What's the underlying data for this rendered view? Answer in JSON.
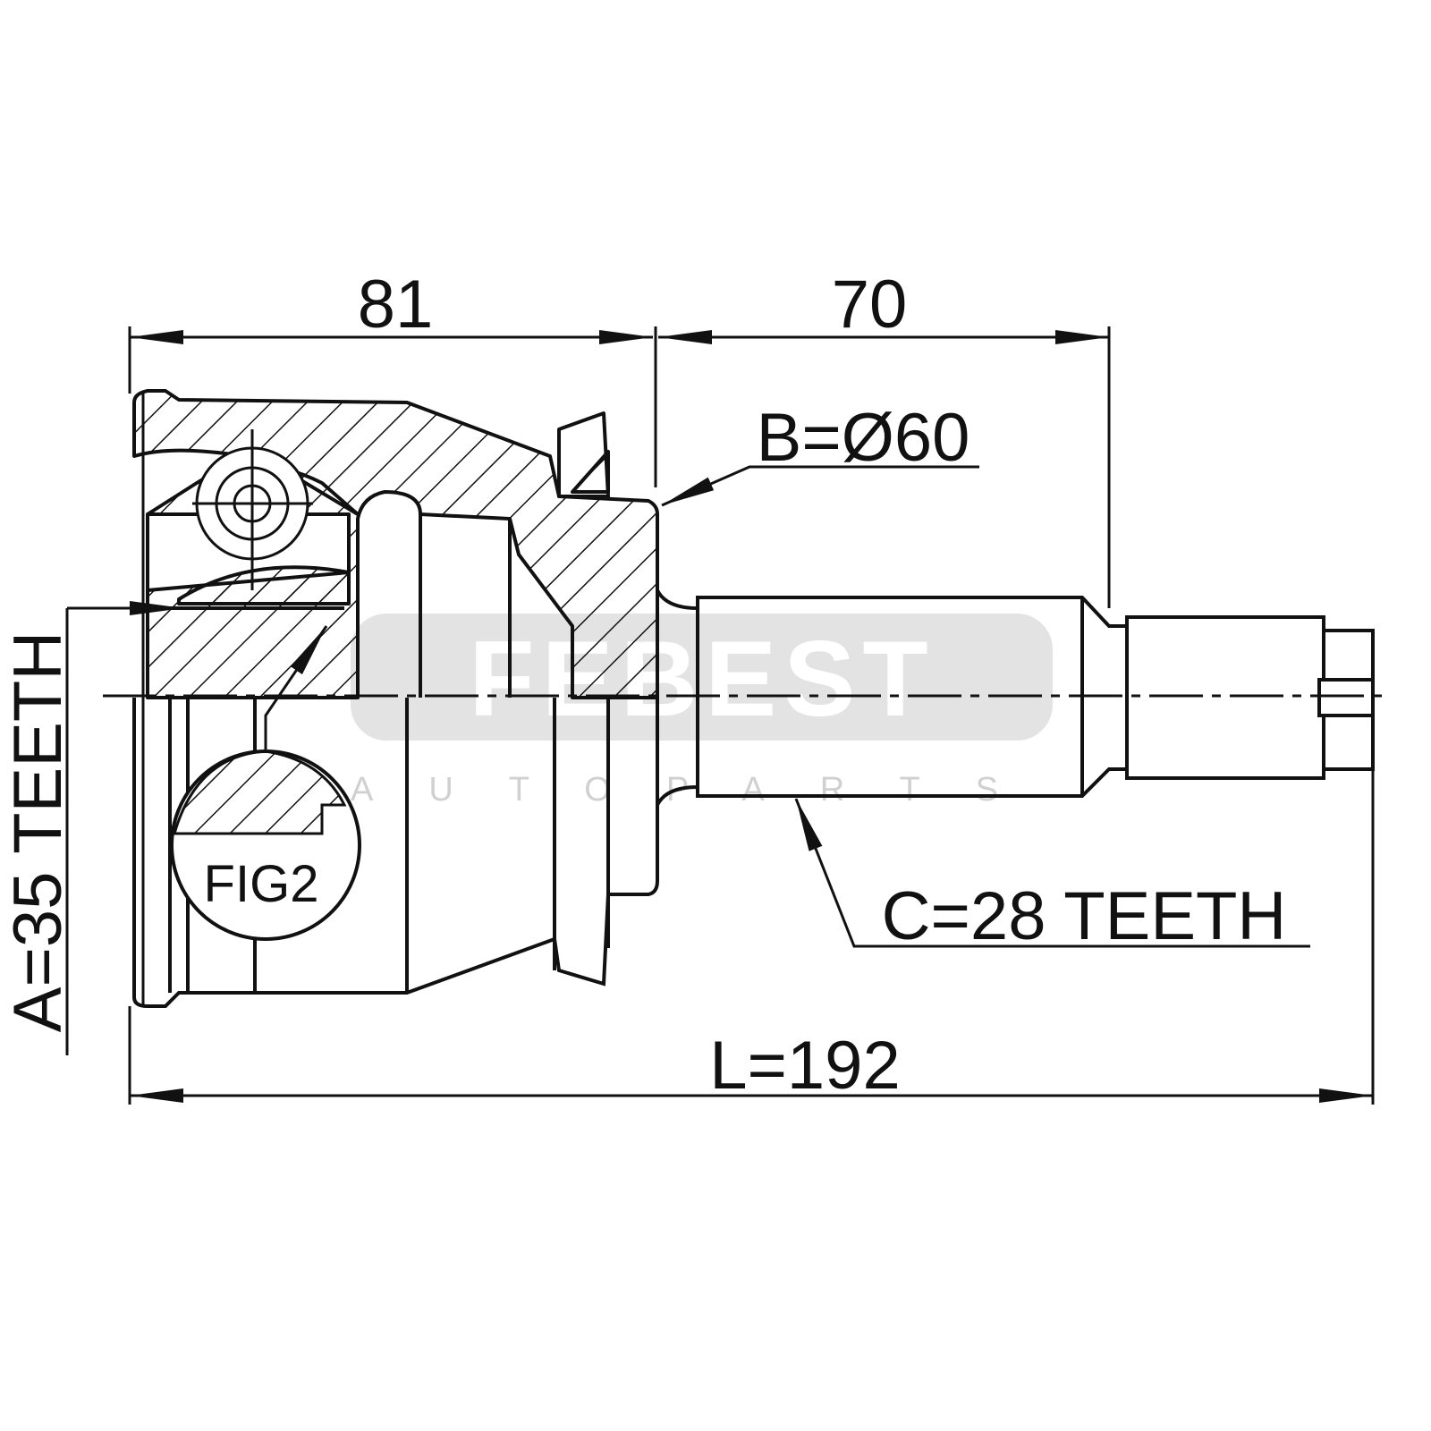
{
  "drawing": {
    "dim_inner_length": "81",
    "dim_shaft_length": "70",
    "outer_diameter": "B=Ø60",
    "outer_teeth": "C=28 TEETH",
    "inner_teeth": "A=35 TEETH",
    "total_length": "L=192",
    "detail_label": "FIG2"
  },
  "watermark": {
    "brand": "FEBEST",
    "subtitle": "AUTOPARTS"
  },
  "colors": {
    "line": "#111111",
    "watermark": "#e3e3e3",
    "watermark_text": "#d0d0d0"
  }
}
